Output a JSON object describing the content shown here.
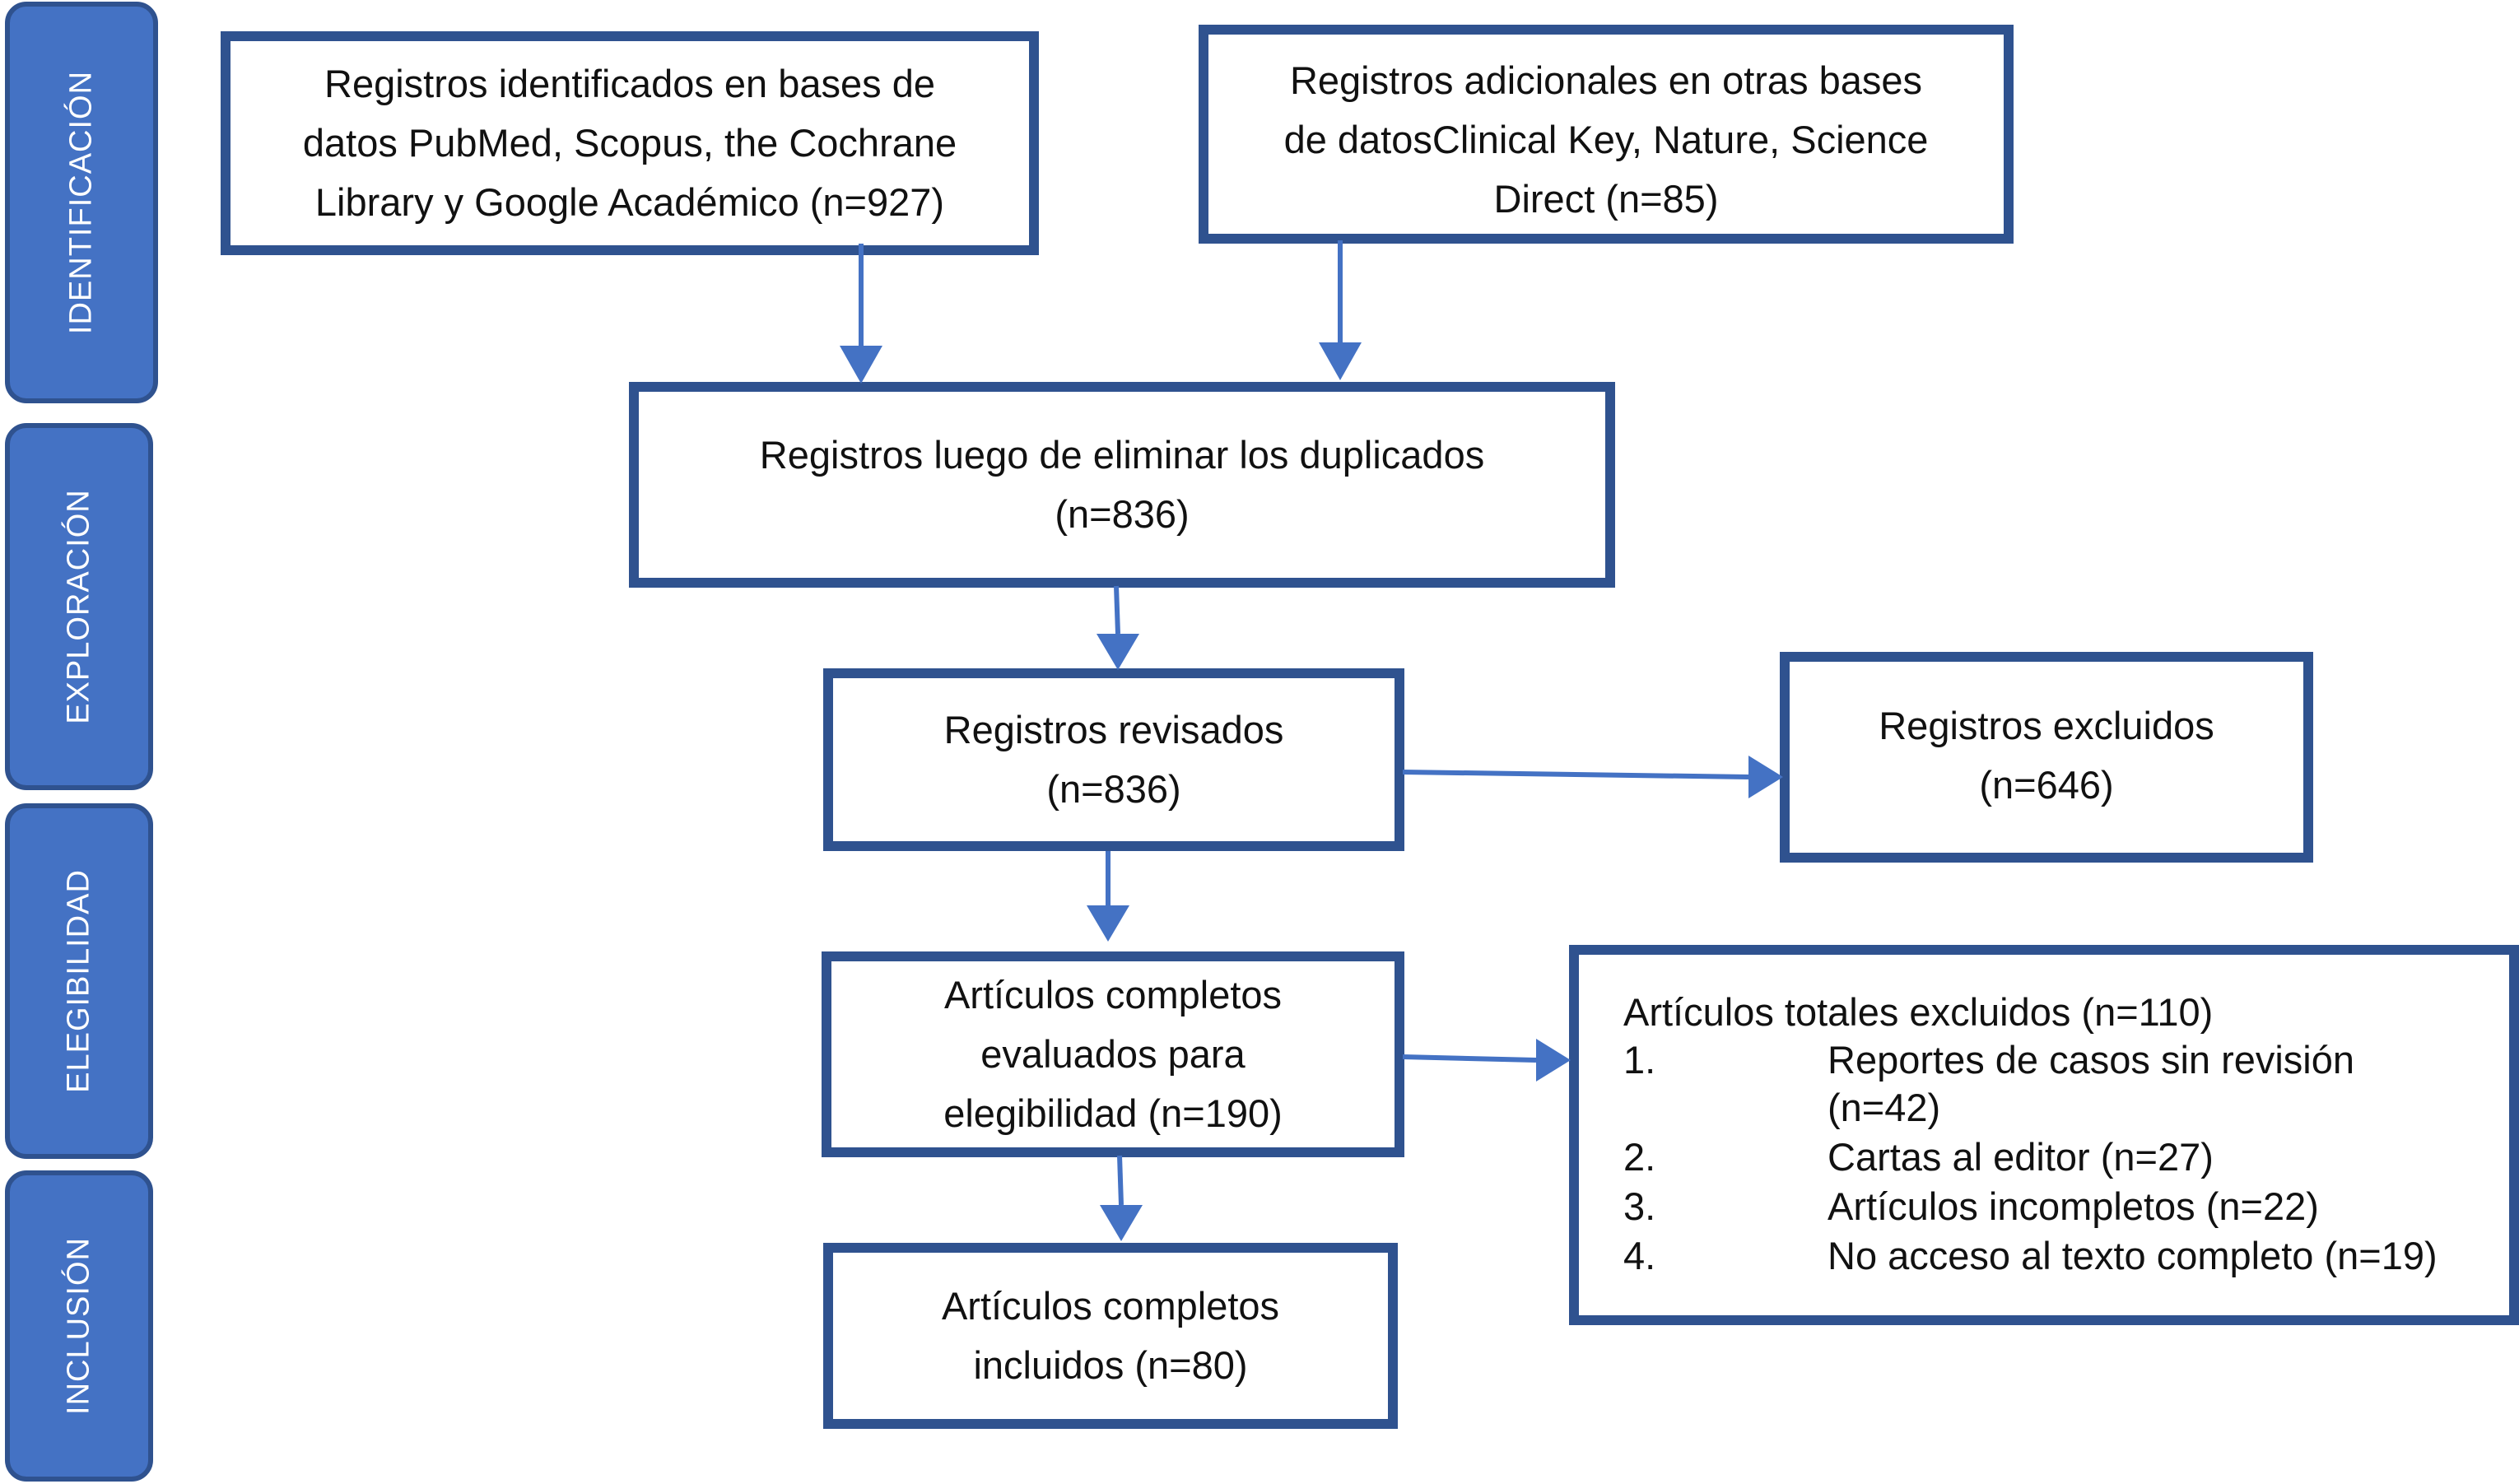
{
  "colors": {
    "accent": "#4472C4",
    "border": "#2F528F",
    "arrow": "#4472C4"
  },
  "phases": [
    {
      "label": "IDENTIFICACIÓN"
    },
    {
      "label": "EXPLORACIÓN"
    },
    {
      "label": "ELEGIBILIDAD"
    },
    {
      "label": "INCLUSIÓN"
    }
  ],
  "boxes": {
    "identified": {
      "lines": [
        "Registros identificados en bases de",
        "datos PubMed, Scopus, the Cochrane",
        "Library y Google Académico (n=927)"
      ]
    },
    "additional": {
      "lines": [
        "Registros adicionales en otras bases",
        "de datosClinical Key, Nature, Science",
        "Direct (n=85)"
      ]
    },
    "deduplicated": {
      "lines": [
        "Registros luego de eliminar los duplicados",
        "(n=836)"
      ]
    },
    "screened": {
      "lines": [
        "Registros revisados",
        "(n=836)"
      ]
    },
    "excluded": {
      "lines": [
        "Registros excluidos",
        "(n=646)"
      ]
    },
    "eligibility": {
      "lines": [
        "Artículos completos",
        "evaluados para",
        "elegibilidad (n=190)"
      ]
    },
    "included": {
      "lines": [
        "Artículos completos",
        "incluidos (n=80)"
      ]
    },
    "fulltext_excluded": {
      "heading": "Artículos totales excluidos (n=110)",
      "items": [
        {
          "num": "1.",
          "lines": [
            "Reportes de casos sin revisión",
            "(n=42)"
          ]
        },
        {
          "num": "2.",
          "lines": [
            "Cartas al editor (n=27)"
          ]
        },
        {
          "num": "3.",
          "lines": [
            "Artículos incompletos (n=22)"
          ]
        },
        {
          "num": "4.",
          "lines": [
            "No acceso al texto completo (n=19)"
          ]
        }
      ]
    }
  }
}
